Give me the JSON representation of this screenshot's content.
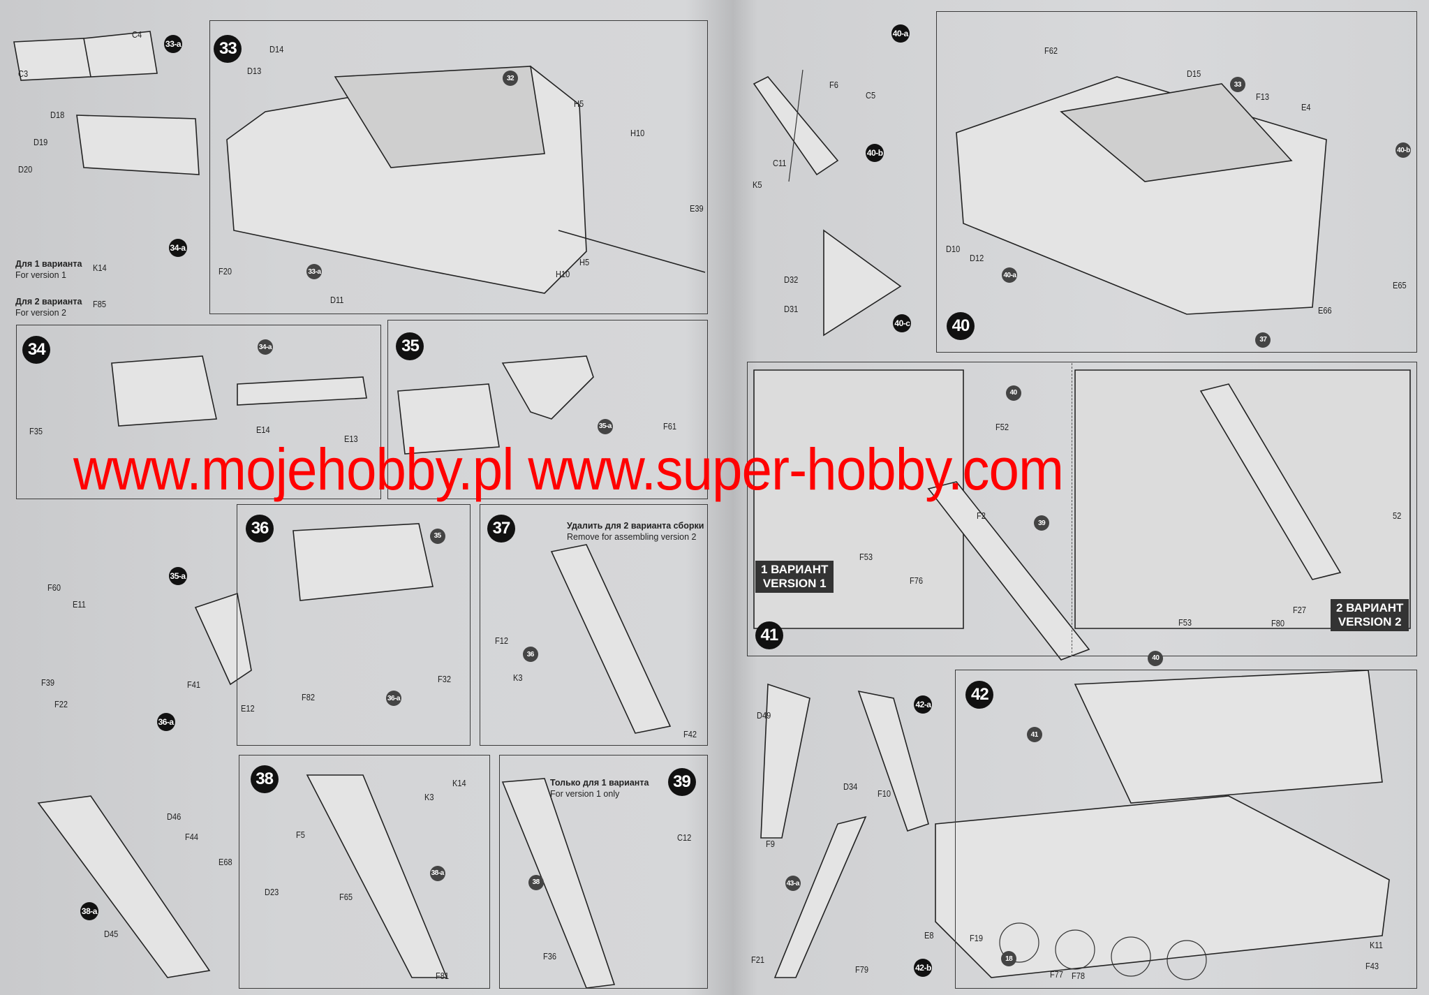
{
  "watermark": "www.mojehobby.pl www.super-hobby.com",
  "left_page": {
    "steps": [
      "33",
      "34",
      "35",
      "36",
      "37",
      "38",
      "39"
    ],
    "callouts": [
      "C4",
      "C3",
      "33-a",
      "D18",
      "D19",
      "D20",
      "34-a",
      "K14",
      "F85",
      "D14",
      "D13",
      "32",
      "H5",
      "H10",
      "E39",
      "F20",
      "33-a",
      "D11",
      "H5",
      "H10",
      "34-a",
      "F35",
      "E13",
      "E14",
      "35-a",
      "F61",
      "35-a",
      "F60",
      "E11",
      "F39",
      "F22",
      "36-a",
      "38-a",
      "D45",
      "D46",
      "F44",
      "E68",
      "35",
      "F41",
      "E12",
      "F82",
      "36-a",
      "F32",
      "F12",
      "36",
      "K3",
      "F42",
      "F5",
      "K3",
      "K14",
      "38-a",
      "D23",
      "F65",
      "F81",
      "C12",
      "38",
      "F36"
    ],
    "notes": {
      "v1_ru": "Для 1 варианта",
      "v1_en": "For version 1",
      "v2_ru": "Для 2 варианта",
      "v2_en": "For version 2",
      "remove_ru": "Удалить для 2 варианта сборки",
      "remove_en": "Remove for assembling version 2",
      "only1_ru": "Только для 1 варианта",
      "only1_en": "For version 1 only"
    }
  },
  "right_page": {
    "steps": [
      "40",
      "41",
      "42"
    ],
    "callouts": [
      "40-a",
      "F6",
      "C5",
      "40-b",
      "C11",
      "K5",
      "D32",
      "D31",
      "40-c",
      "F62",
      "D15",
      "33",
      "F13",
      "E4",
      "40-b",
      "D10",
      "D12",
      "40-a",
      "E65",
      "E66",
      "37",
      "40",
      "F52",
      "F53",
      "39",
      "F76",
      "40",
      "F53",
      "F80",
      "F27",
      "52",
      "F2",
      "42-a",
      "D49",
      "D34",
      "F10",
      "F9",
      "43-a",
      "E8",
      "42-b",
      "F21",
      "F79",
      "41",
      "F19",
      "18",
      "F77",
      "F78",
      "K11",
      "F43"
    ],
    "version_boxes": {
      "v1_ru": "1 ВАРИАНТ",
      "v1_en": "VERSION 1",
      "v2_ru": "2 ВАРИАНТ",
      "v2_en": "VERSION 2"
    }
  }
}
